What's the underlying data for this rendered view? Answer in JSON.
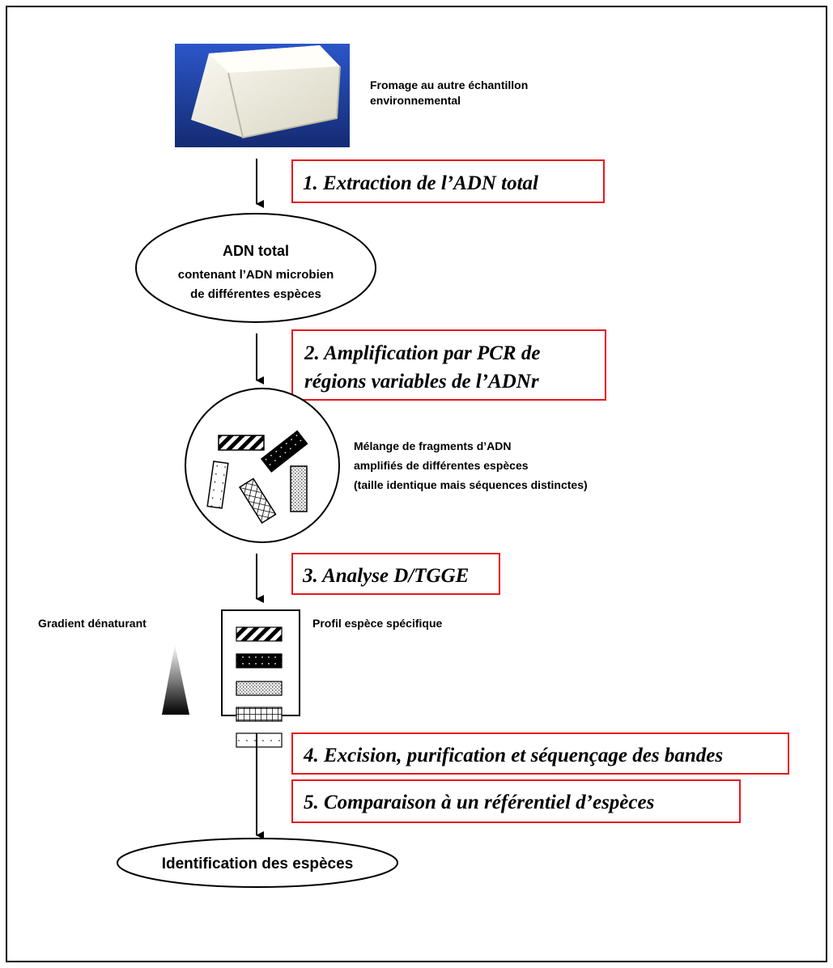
{
  "sample": {
    "label_line1": "Fromage au autre échantillon",
    "label_line2": "environnemental"
  },
  "steps": {
    "s1": "1. Extraction de l’ADN total",
    "s2_line1": "2. Amplification par PCR de",
    "s2_line2": "régions variables de l’ADNr",
    "s3": "3. Analyse D/TGGE",
    "s4": "4. Excision, purification et séquençage des bandes",
    "s5": "5. Comparaison à un référentiel d’espèces"
  },
  "dna_total": {
    "title": "ADN total",
    "line2": "contenant l’ADN microbien",
    "line3": "de différentes espèces"
  },
  "fragments": {
    "line1": "Mélange de fragments d’ADN",
    "line2": "amplifiés de différentes espèces",
    "line3": "(taille identique mais séquences distinctes)"
  },
  "gel": {
    "gradient_label": "Gradient dénaturant",
    "profile_label": "Profil espèce spécifique"
  },
  "result": {
    "label": "Identification des espèces"
  },
  "colors": {
    "step_border": "#e8161c",
    "ink": "#000000",
    "photo_bg": "#1f3fa6"
  }
}
